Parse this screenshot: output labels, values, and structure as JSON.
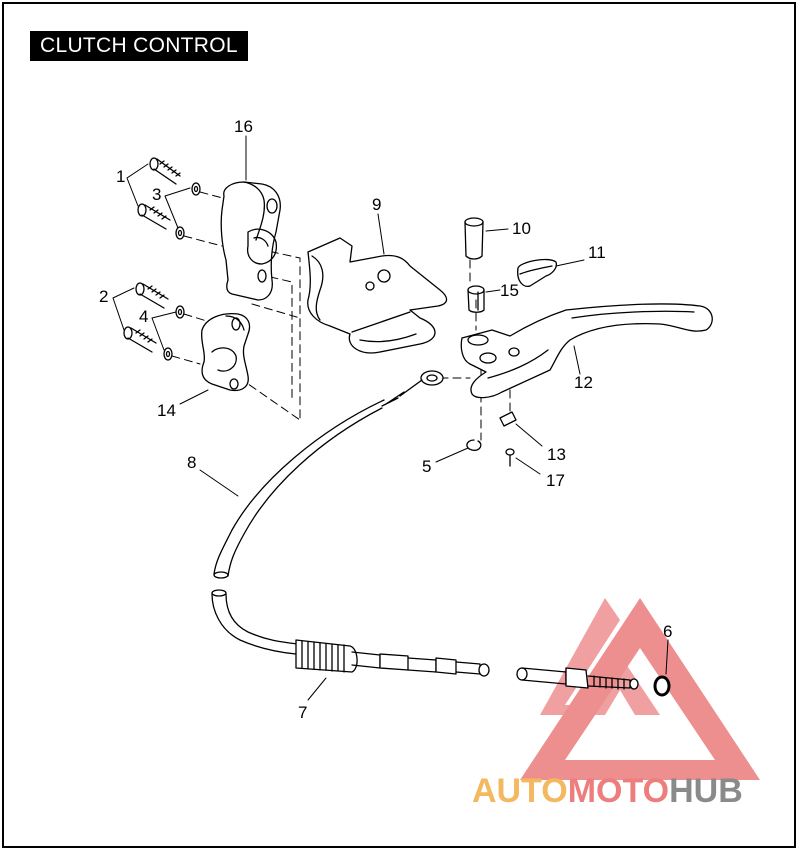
{
  "title": "CLUTCH CONTROL",
  "callouts": [
    "1",
    "2",
    "3",
    "4",
    "5",
    "6",
    "7",
    "8",
    "9",
    "10",
    "11",
    "12",
    "13",
    "14",
    "15",
    "16",
    "17"
  ],
  "watermark": {
    "part1": "AUTO",
    "part2": "MOTO",
    "part3": "HUB",
    "color_auto": "#f4b860",
    "color_moto": "#ee7d7d",
    "color_hub": "#8a8a8a",
    "logo_color": "#e86a6a"
  }
}
